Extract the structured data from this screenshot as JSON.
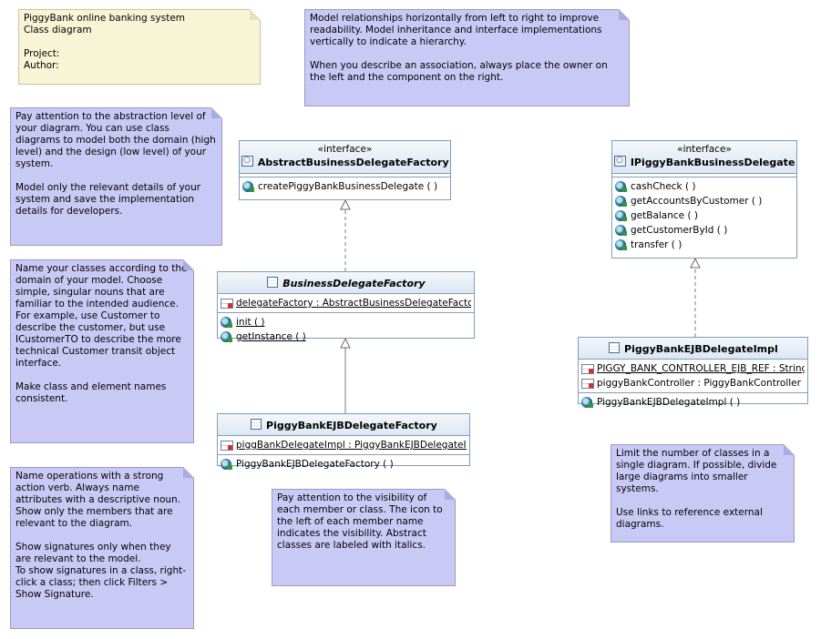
{
  "header_note": {
    "lines": "PiggyBank online banking system\nClass diagram\n\nProject:\nAuthor:"
  },
  "notes": {
    "layout": [
      "Model relationships horizontally from left to right to improve readability. Model inheritance and interface implementations vertically to indicate a hierarchy.",
      "When you describe an association, always place the owner on the left and the component on the right."
    ],
    "abstraction": [
      "Pay attention to the abstraction level of your diagram. You can use class diagrams to model both the domain (high level) and the design (low level) of your system.",
      "Model only the relevant details of your system and save the implementation details for developers."
    ],
    "naming": [
      "Name your classes according to the domain of your model. Choose simple, singular nouns that are familiar to the intended audience. For example, use Customer to describe the customer, but use ICustomerTO to describe the more technical Customer transit object interface.",
      "Make class and element names consistent."
    ],
    "operations": [
      "Name operations with a strong action verb. Always name attributes with a descriptive noun. Show only the members that are relevant to the diagram.",
      "Show signatures only when they are relevant to the model.\nTo show signatures in a class, right-click a class; then click Filters > Show Signature."
    ],
    "visibility": [
      "Pay attention to the visibility of each member or class. The icon to the left of each member name indicates the visibility. Abstract classes are labeled with italics."
    ],
    "limit": [
      "Limit the number of classes in a single diagram. If possible, divide large diagrams into smaller systems.",
      "Use links to reference external diagrams."
    ]
  },
  "classes": {
    "abstract_factory": {
      "stereotype": "«interface»",
      "name": "AbstractBusinessDelegateFactory",
      "operations": [
        "createPiggyBankBusinessDelegate ( )"
      ]
    },
    "business_factory": {
      "name": "BusinessDelegateFactory",
      "attributes": [
        "delegateFactory : AbstractBusinessDelegateFactor"
      ],
      "operations": [
        "init ( )",
        "getInstance ( )"
      ]
    },
    "ejb_factory": {
      "name": "PiggyBankEJBDelegateFactory",
      "attributes": [
        "piggBankDelegateImpl : PiggyBankEJBDelegateImpl"
      ],
      "operations": [
        "PiggyBankEJBDelegateFactory ( )"
      ]
    },
    "ipiggy_delegate": {
      "stereotype": "«interface»",
      "name": "IPiggyBankBusinessDelegate",
      "operations": [
        "cashCheck ( )",
        "getAccountsByCustomer ( )",
        "getBalance ( )",
        "getCustomerById ( )",
        "transfer ( )"
      ]
    },
    "ejb_impl": {
      "name": "PiggyBankEJBDelegateImpl",
      "attributes": [
        "PIGGY_BANK_CONTROLLER_EJB_REF : String",
        "piggyBankController : PiggyBankController"
      ],
      "operations": [
        "PiggyBankEJBDelegateImpl ( )"
      ]
    }
  }
}
